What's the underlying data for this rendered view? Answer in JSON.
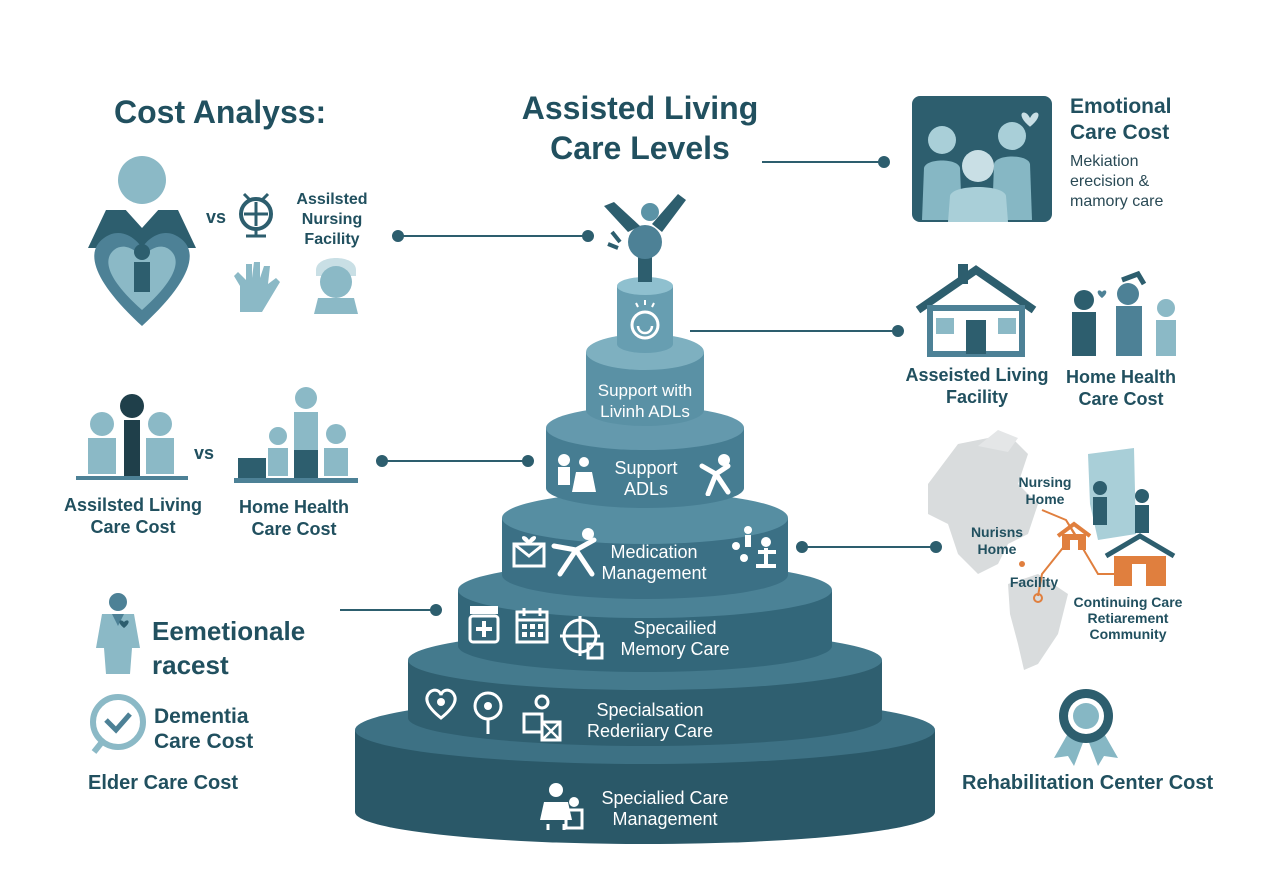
{
  "center": {
    "title_line1": "Assisted Living",
    "title_line2": "Care Levels"
  },
  "left": {
    "heading": "Cost Analyss:",
    "vs1": "vs",
    "nursing_line1": "Assilsted",
    "nursing_line2": "Nursing",
    "nursing_line3": "Facility",
    "vs2": "vs",
    "al_cost_line1": "Assilsted Living",
    "al_cost_line2": "Care Cost",
    "hh_cost_line1": "Home Health",
    "hh_cost_line2": "Care Cost",
    "emotional_line1": "Eemetionale",
    "emotional_line2": "racest",
    "dementia_line1": "Dementia",
    "dementia_line2": "Care Cost",
    "elder": "Elder Care Cost"
  },
  "right": {
    "emotional_title_line1": "Emotional",
    "emotional_title_line2": "Care Cost",
    "emotional_sub_line1": "Mekiation",
    "emotional_sub_line2": "erecision &",
    "emotional_sub_line3": "mamory care",
    "al_facility_line1": "Asseisted Living",
    "al_facility_line2": "Facility",
    "hh_line1": "Home Health",
    "hh_line2": "Care Cost",
    "map_nursing1_line1": "Nursing",
    "map_nursing1_line2": "Home",
    "map_nursing2_line1": "Nurisns",
    "map_nursing2_line2": "Home",
    "map_facility": "Facility",
    "map_ccrc_line1": "Continuing Care",
    "map_ccrc_line2": "Retiarement",
    "map_ccrc_line3": "Community",
    "rehab": "Rehabilitation Center Cost"
  },
  "tiers": [
    {
      "line1": "Support with",
      "line2": "Livinh ADLs"
    },
    {
      "line1": "Support",
      "line2": "ADLs"
    },
    {
      "line1": "Medication",
      "line2": "Management"
    },
    {
      "line1": "Specailied",
      "line2": "Memory Care"
    },
    {
      "line1": "Specialsation",
      "line2": "Rederiiary Care"
    },
    {
      "line1": "Specialied Care",
      "line2": "Management"
    }
  ],
  "colors": {
    "dark_teal": "#2d5e6e",
    "mid_teal": "#4d8196",
    "light_teal": "#86b7c4",
    "pale_teal": "#a9cfd8",
    "accent_orange": "#e07f3e",
    "map_gray": "#d9dcdd"
  }
}
